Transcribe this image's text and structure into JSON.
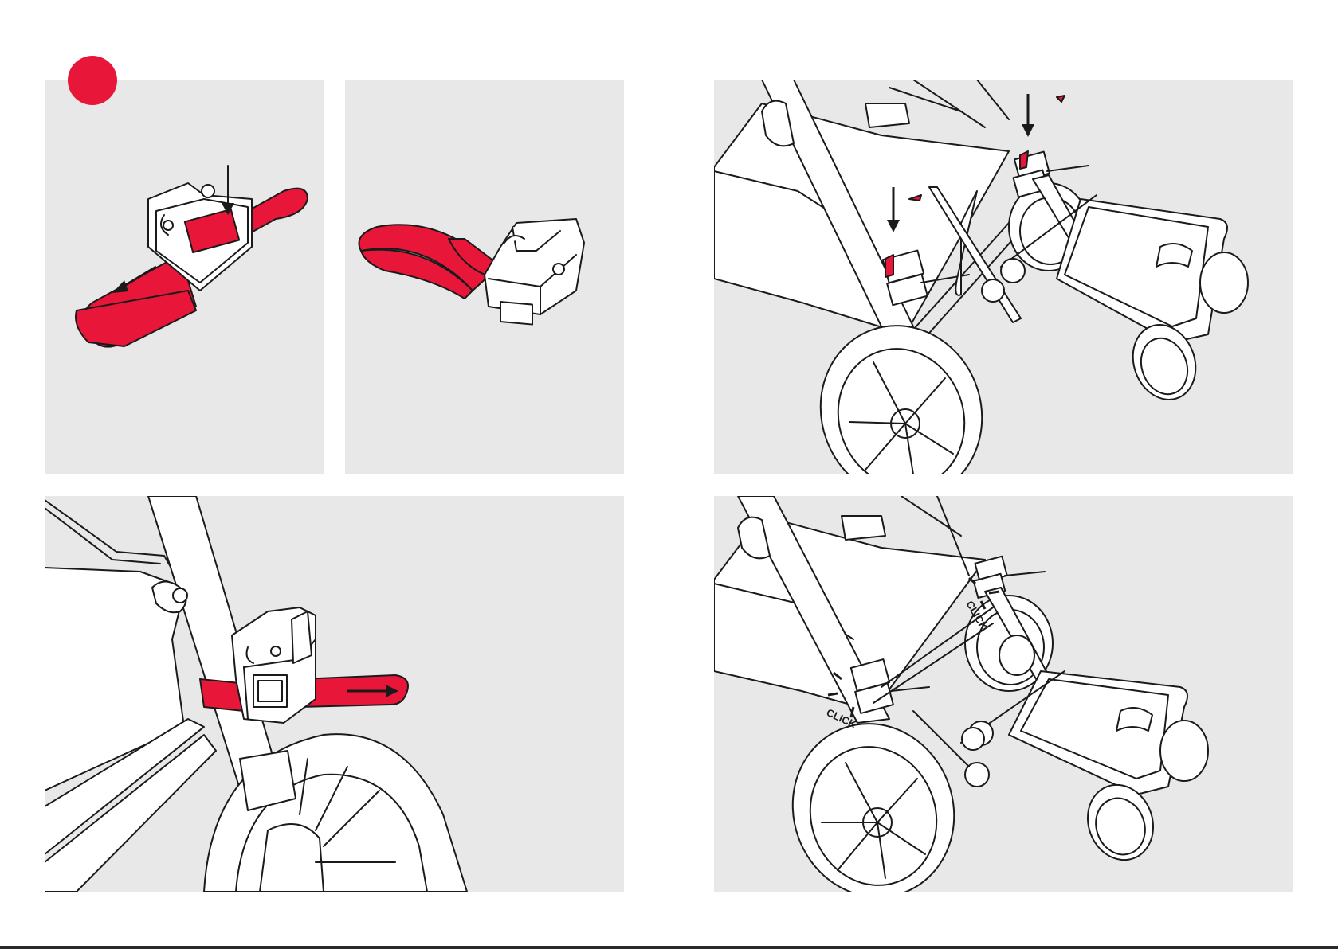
{
  "step": {
    "badge_color": "#e8173a"
  },
  "colors": {
    "accent": "#e8173a",
    "panel": "#e8e8e8",
    "line": "#1a1a1a"
  },
  "panels": [
    {
      "id": "panel-1",
      "icons": [
        "clip-icon",
        "strap-icon",
        "down-arrow-icon",
        "pull-arrow-icon"
      ]
    },
    {
      "id": "panel-2",
      "icons": [
        "clip-icon",
        "strap-icon"
      ]
    },
    {
      "id": "panel-3",
      "icons": [
        "stroller-icon",
        "board-icon",
        "down-arrow-icon"
      ]
    },
    {
      "id": "panel-4",
      "icons": [
        "stroller-frame-icon",
        "clip-icon",
        "strap-icon",
        "pull-arrow-icon"
      ]
    },
    {
      "id": "panel-5",
      "icons": [
        "stroller-icon",
        "board-icon",
        "click-mark-icon"
      ]
    }
  ],
  "click_labels": {
    "upper": "CLICK",
    "lower": "CLICK"
  }
}
